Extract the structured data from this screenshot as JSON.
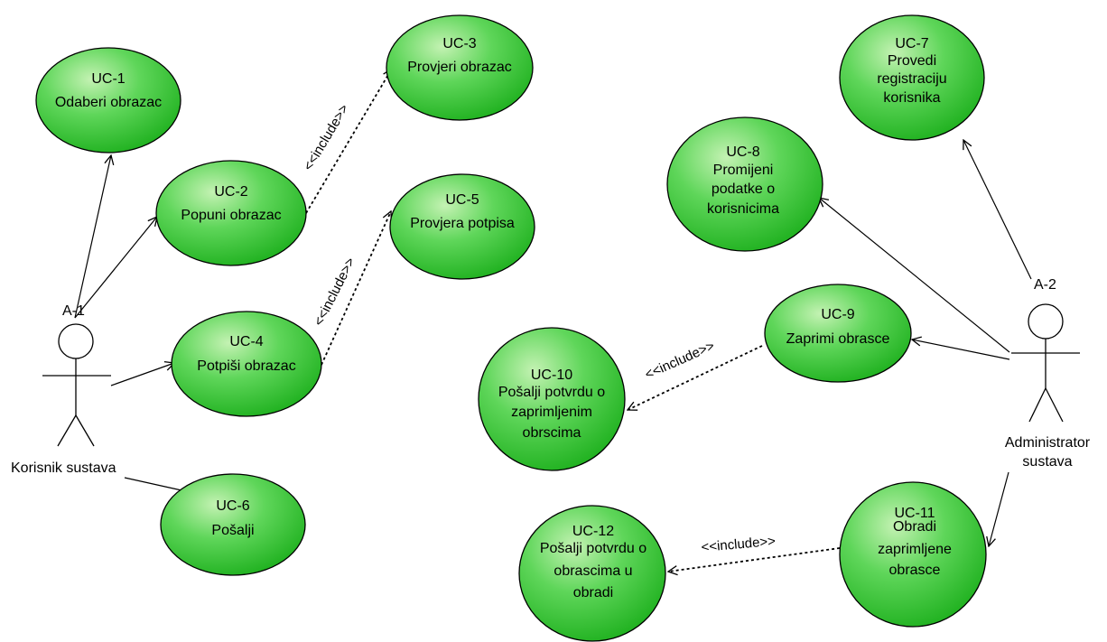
{
  "colors": {
    "usecase_fill_light": "#c4f2b3",
    "usecase_fill_dark": "#1eb01e",
    "line": "#000000",
    "background": "#ffffff"
  },
  "actors": {
    "a1": {
      "id": "A-1",
      "name": "Korisnik sustava"
    },
    "a2": {
      "id": "A-2",
      "name_line1": "Administrator",
      "name_line2": "sustava"
    }
  },
  "use_cases": {
    "uc1": {
      "id": "UC-1",
      "lines": [
        "Odaberi obrazac"
      ]
    },
    "uc2": {
      "id": "UC-2",
      "lines": [
        "Popuni obrazac"
      ]
    },
    "uc3": {
      "id": "UC-3",
      "lines": [
        "Provjeri obrazac"
      ]
    },
    "uc4": {
      "id": "UC-4",
      "lines": [
        "Potpiši obrazac"
      ]
    },
    "uc5": {
      "id": "UC-5",
      "lines": [
        "Provjera potpisa"
      ]
    },
    "uc6": {
      "id": "UC-6",
      "lines": [
        "Pošalji"
      ]
    },
    "uc7": {
      "id": "UC-7",
      "lines": [
        "Provedi",
        "registraciju",
        "korisnika"
      ]
    },
    "uc8": {
      "id": "UC-8",
      "lines": [
        "Promijeni",
        "podatke o",
        "korisnicima"
      ]
    },
    "uc9": {
      "id": "UC-9",
      "lines": [
        "Zaprimi obrasce"
      ]
    },
    "uc10": {
      "id": "UC-10",
      "lines": [
        "Pošalji potvrdu o",
        "zaprimljenim",
        "obrscima"
      ]
    },
    "uc11": {
      "id": "UC-11",
      "lines": [
        "Obradi",
        "zaprimljene",
        "obrasce"
      ]
    },
    "uc12": {
      "id": "UC-12",
      "lines": [
        "Pošalji potvrdu o",
        "obrascima u",
        "obradi"
      ]
    }
  },
  "include_label": "<<include>>"
}
